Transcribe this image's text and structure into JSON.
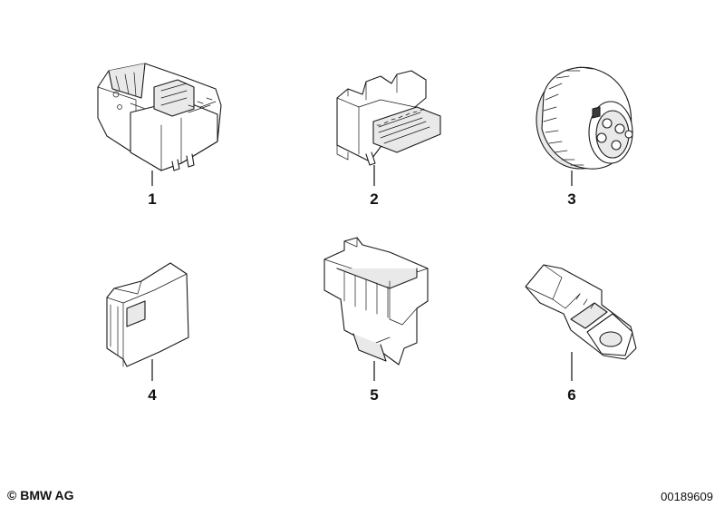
{
  "parts": [
    {
      "label": "1"
    },
    {
      "label": "2"
    },
    {
      "label": "3"
    },
    {
      "label": "4"
    },
    {
      "label": "5"
    },
    {
      "label": "6"
    }
  ],
  "footer": {
    "copyright": "© BMW AG",
    "diagram_number": "00189609"
  }
}
